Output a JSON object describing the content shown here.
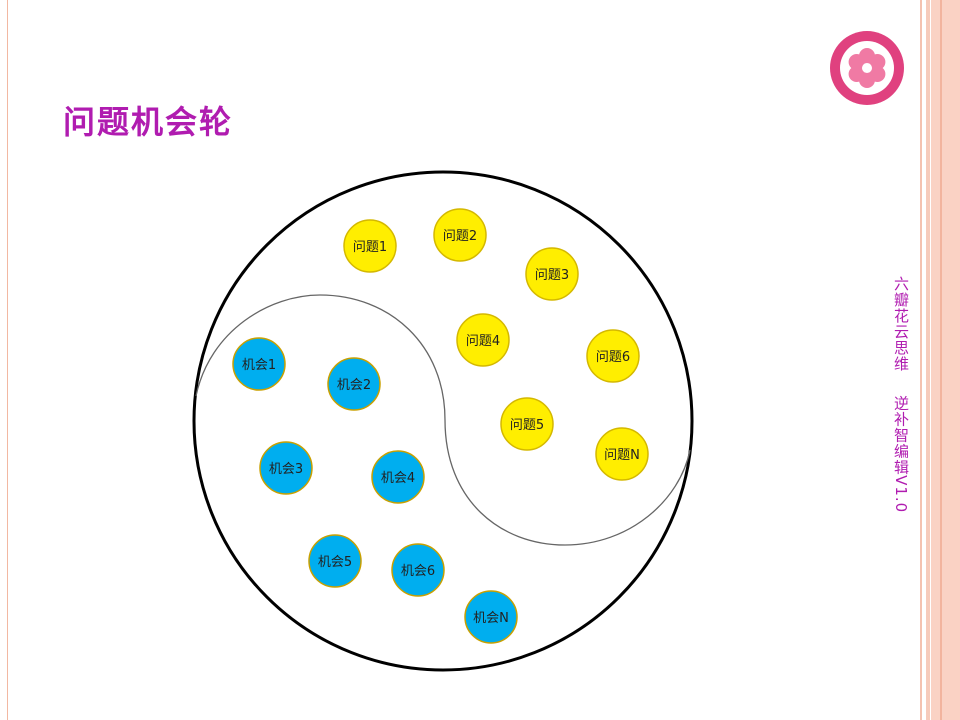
{
  "slide": {
    "title": "问题机会轮",
    "vertical_caption": "六瓣花云思维    逆补智编辑V1.0"
  },
  "diagram": {
    "problem_nodes": [
      "问题1",
      "问题2",
      "问题3",
      "问题4",
      "问题6",
      "问题5",
      "问题N"
    ],
    "opportunity_nodes": [
      "机会1",
      "机会2",
      "机会3",
      "机会4",
      "机会5",
      "机会6",
      "机会N"
    ]
  },
  "colors": {
    "title": "#b01cb0",
    "problem_fill": "#ffee00",
    "problem_stroke": "#d4b800",
    "opportunity_fill": "#00aeef",
    "opportunity_stroke": "#c9a000",
    "logo_pink": "#e0417f"
  }
}
